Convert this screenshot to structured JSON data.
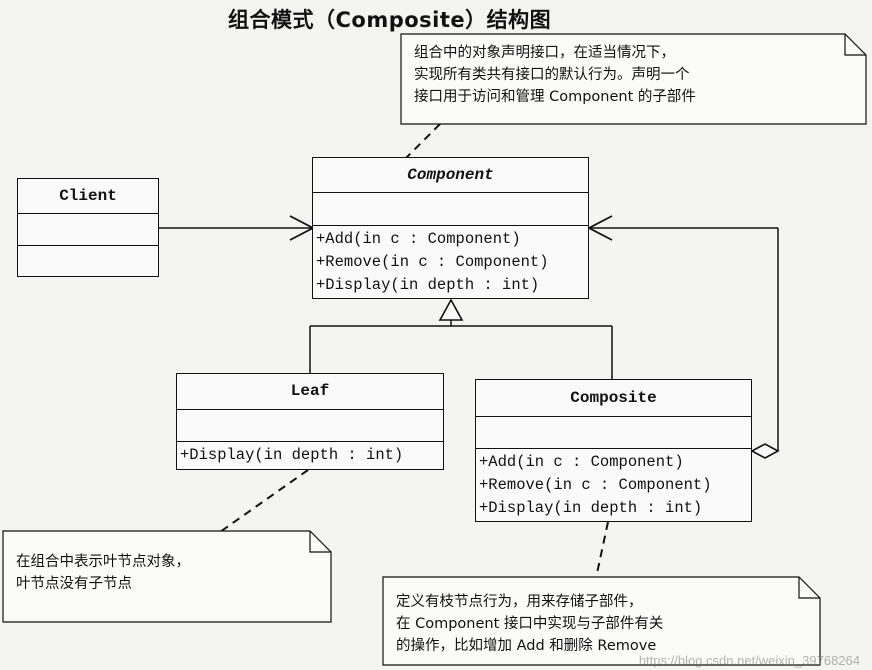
{
  "title": "组合模式（Composite）结构图",
  "classes": {
    "component": {
      "name": "Component",
      "operations": [
        "+Add(in c : Component)",
        "+Remove(in c : Component)",
        "+Display(in depth : int)"
      ]
    },
    "client": {
      "name": "Client"
    },
    "leaf": {
      "name": "Leaf",
      "operations": [
        "+Display(in depth : int)"
      ]
    },
    "composite": {
      "name": "Composite",
      "operations": [
        "+Add(in c : Component)",
        "+Remove(in c : Component)",
        "+Display(in depth : int)"
      ]
    }
  },
  "notes": {
    "component": [
      "组合中的对象声明接口，在适当情况下，",
      "实现所有类共有接口的默认行为。声明一个",
      "接口用于访问和管理 Component 的子部件"
    ],
    "leaf": [
      "在组合中表示叶节点对象，",
      "叶节点没有子节点"
    ],
    "composite": [
      "定义有枝节点行为，用来存储子部件，",
      "在 Component 接口中实现与子部件有关",
      "的操作，比如增加 Add 和删除 Remove"
    ]
  },
  "watermark": "https://blog.csdn.net/weixin_39768264"
}
